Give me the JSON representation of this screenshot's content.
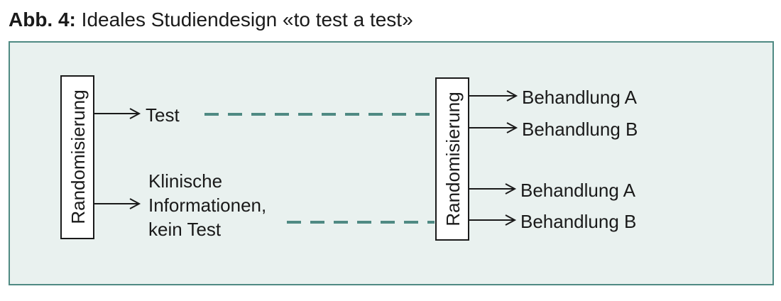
{
  "title": {
    "label": "Abb. 4:",
    "text": "Ideales Studiendesign «to test a test»"
  },
  "diagram": {
    "left_box": {
      "label": "Randomisierung"
    },
    "right_box": {
      "label": "Randomisierung"
    },
    "arm_test": {
      "label": "Test"
    },
    "arm_clinical": {
      "lines": [
        "Klinische",
        "Informationen,",
        "kein Test"
      ]
    },
    "outcomes": [
      {
        "label": "Behandlung A"
      },
      {
        "label": "Behandlung B"
      },
      {
        "label": "Behandlung A"
      },
      {
        "label": "Behandlung B"
      }
    ],
    "colors": {
      "panel_fill": "#e9f1ef",
      "panel_border": "#4f8a83",
      "dash_line": "#4f8a83",
      "box_fill": "#ffffff",
      "ink": "#1a1a1a"
    }
  }
}
